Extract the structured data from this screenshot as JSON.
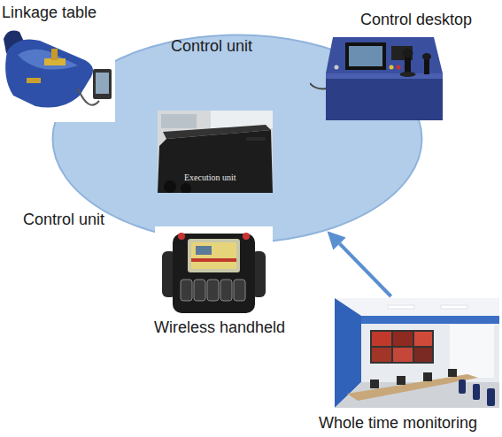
{
  "diagram": {
    "nodes": [
      {
        "text": [
          "Control unit",
          "Control unit"
        ]
      },
      {
        "text": [
          "Execution unit"
        ],
        "in": 0
      },
      {
        "text": [
          "Linkage table"
        ]
      },
      {
        "text": [
          "Control desktop"
        ]
      },
      {
        "text": [
          "Wireless handheld"
        ]
      },
      {
        "text": [
          "Whole time monitoring"
        ]
      }
    ],
    "edges": [
      {
        "from": 5,
        "to": 0,
        "arrow": "to"
      }
    ]
  }
}
